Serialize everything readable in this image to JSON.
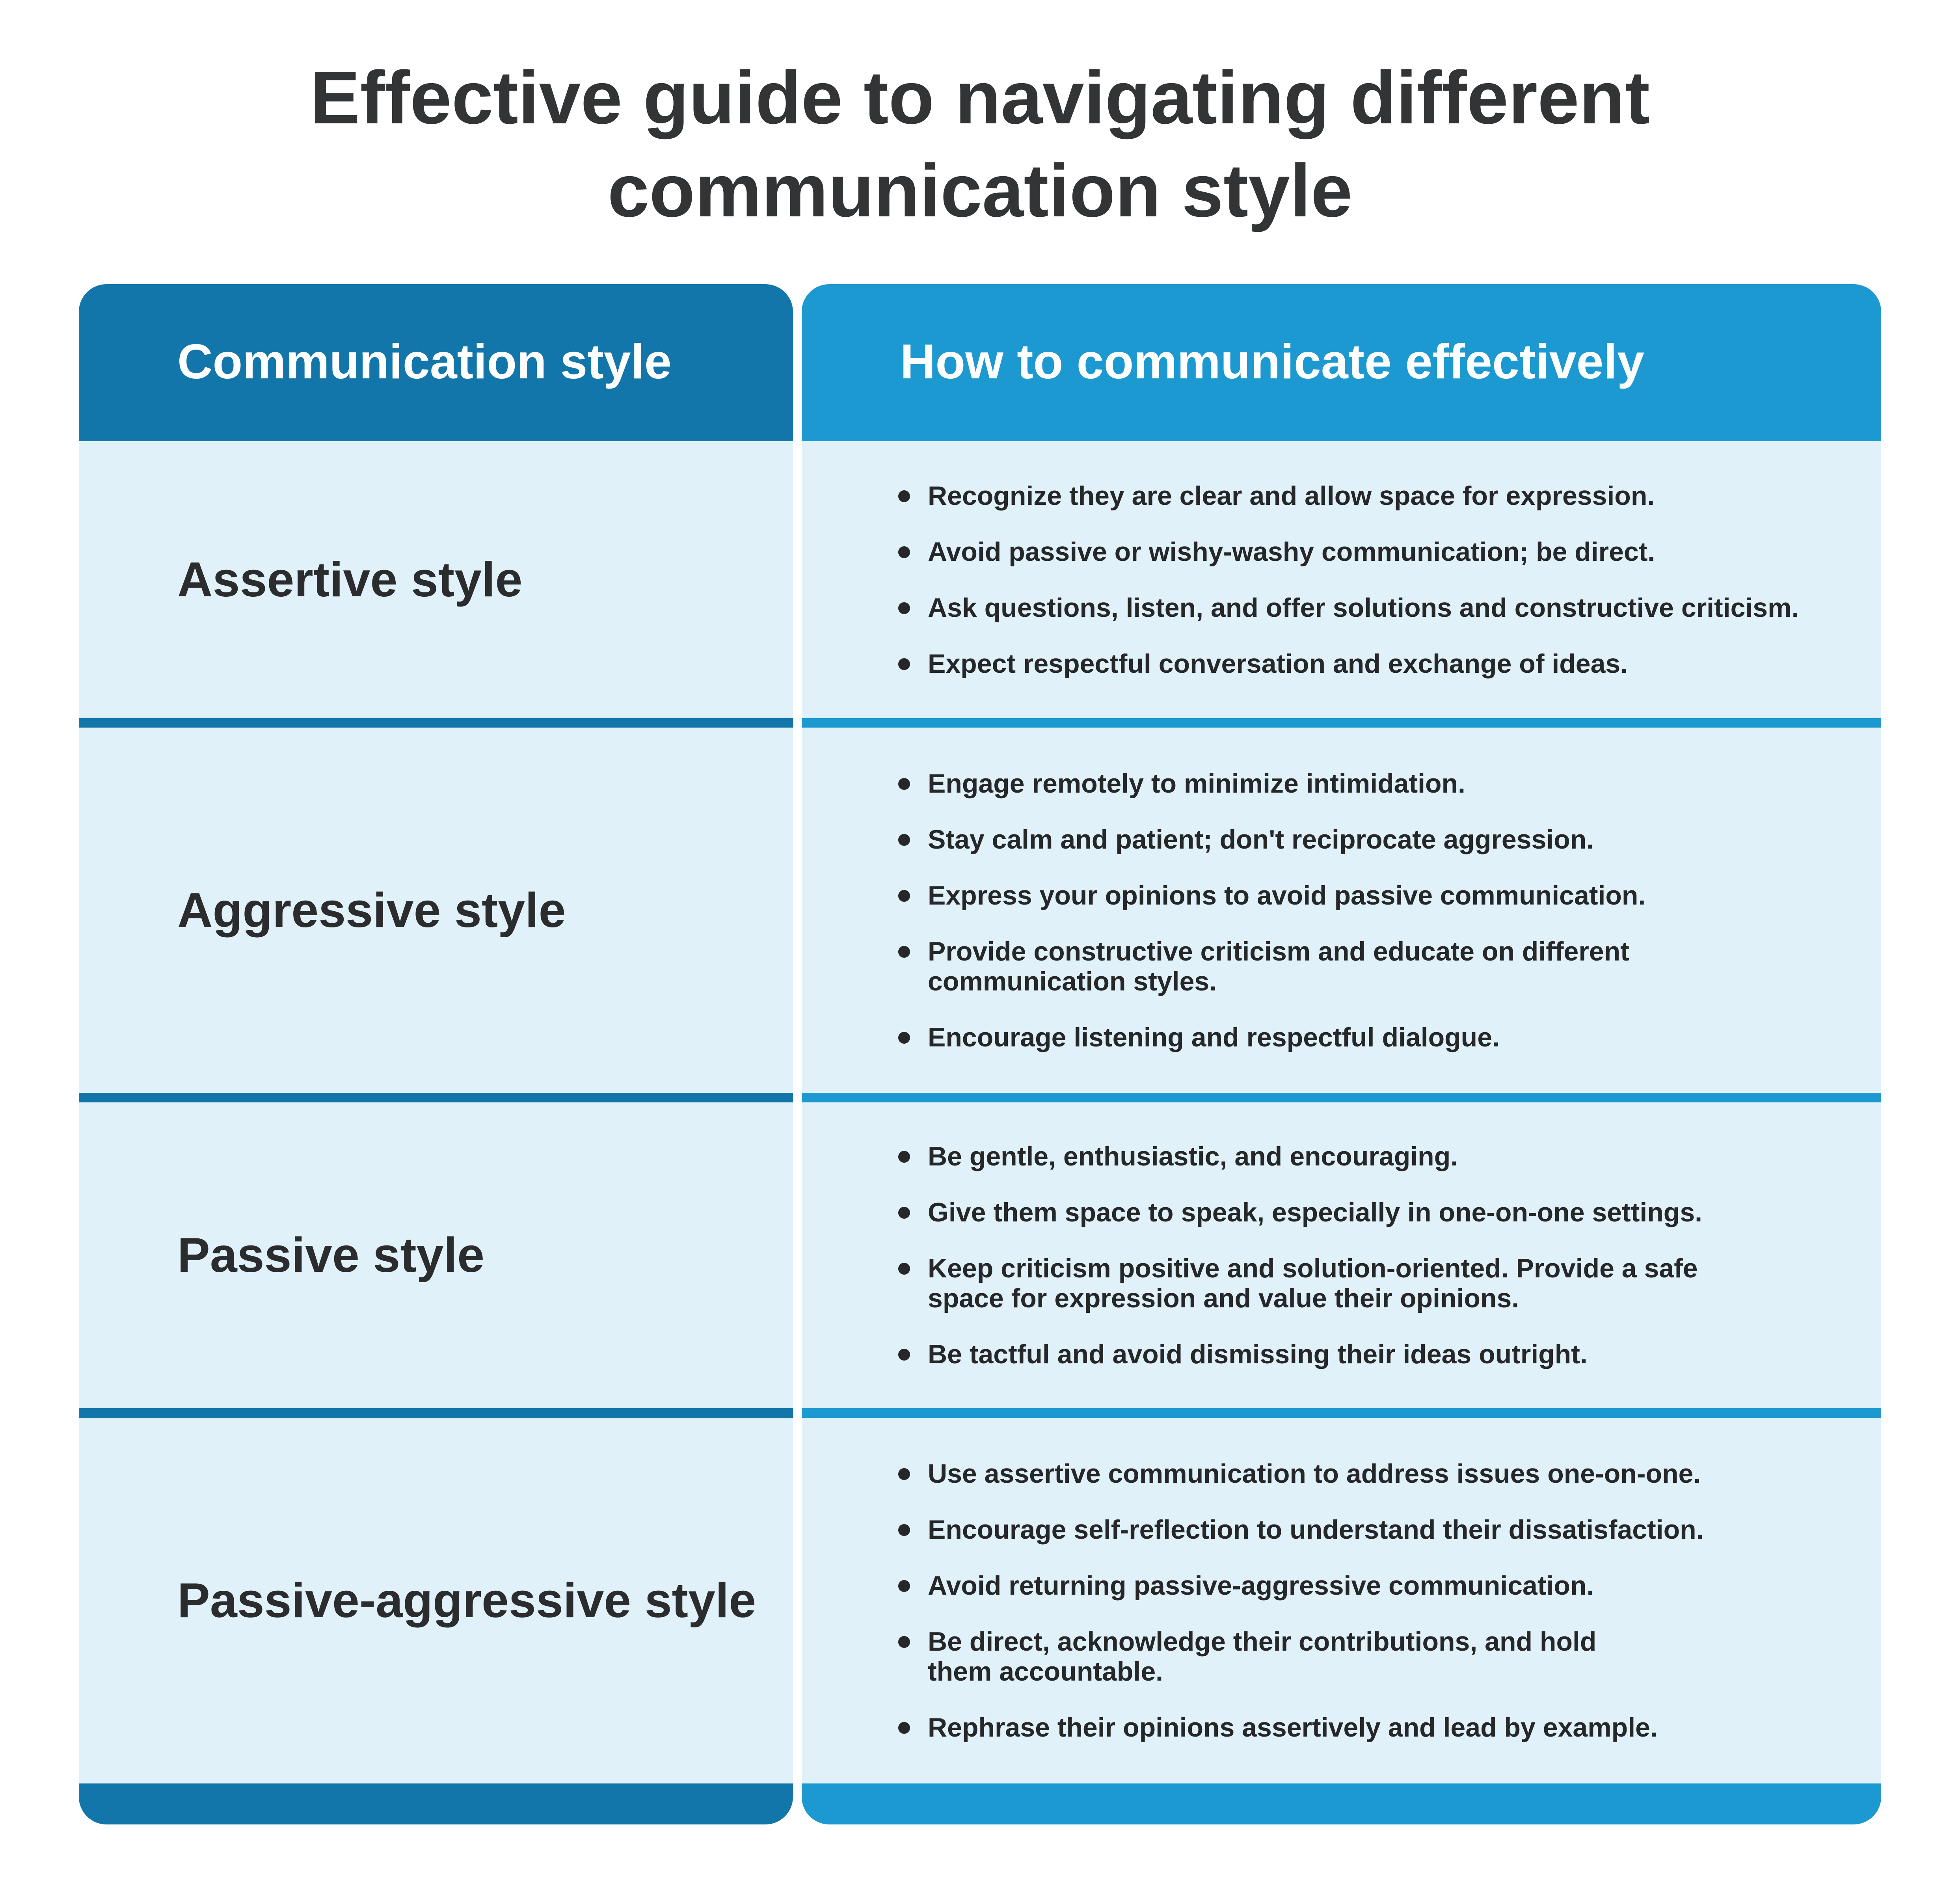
{
  "title": {
    "line1": "Effective guide to navigating different",
    "line2": "communication style"
  },
  "table": {
    "headers": {
      "style": "Communication style",
      "how": "How to communicate effectively"
    },
    "rows": [
      {
        "style": "Assertive style",
        "tips": [
          "Recognize they are clear and allow space for expression.",
          "Avoid passive or wishy-washy communication; be direct.",
          "Ask questions, listen, and offer solutions and constructive criticism.",
          "Expect respectful conversation and exchange of ideas."
        ]
      },
      {
        "style": "Aggressive style",
        "tips": [
          "Engage remotely to minimize intimidation.",
          "Stay calm and patient; don't reciprocate aggression.",
          "Express your opinions to avoid passive communication.",
          "Provide constructive criticism and educate on different communication styles.",
          "Encourage listening and respectful dialogue."
        ]
      },
      {
        "style": "Passive style",
        "tips": [
          "Be gentle, enthusiastic, and encouraging.",
          "Give them space to speak, especially in one-on-one settings.",
          "Keep criticism positive and solution-oriented. Provide a safe space for expression and value their opinions.",
          "Be tactful and avoid dismissing their ideas outright."
        ]
      },
      {
        "style": "Passive-aggressive style",
        "tips": [
          "Use assertive communication to address issues one-on-one.",
          "Encourage self-reflection to understand their dissatisfaction.",
          "Avoid returning passive-aggressive communication.",
          "Be direct, acknowledge their contributions, and hold them accountable.",
          "Rephrase their opinions assertively and lead by example."
        ]
      }
    ]
  },
  "colors": {
    "header_dark": "#1376aa",
    "header_light": "#1c99d1",
    "cell_bg": "#e1f1fa",
    "title_text": "#333436"
  }
}
